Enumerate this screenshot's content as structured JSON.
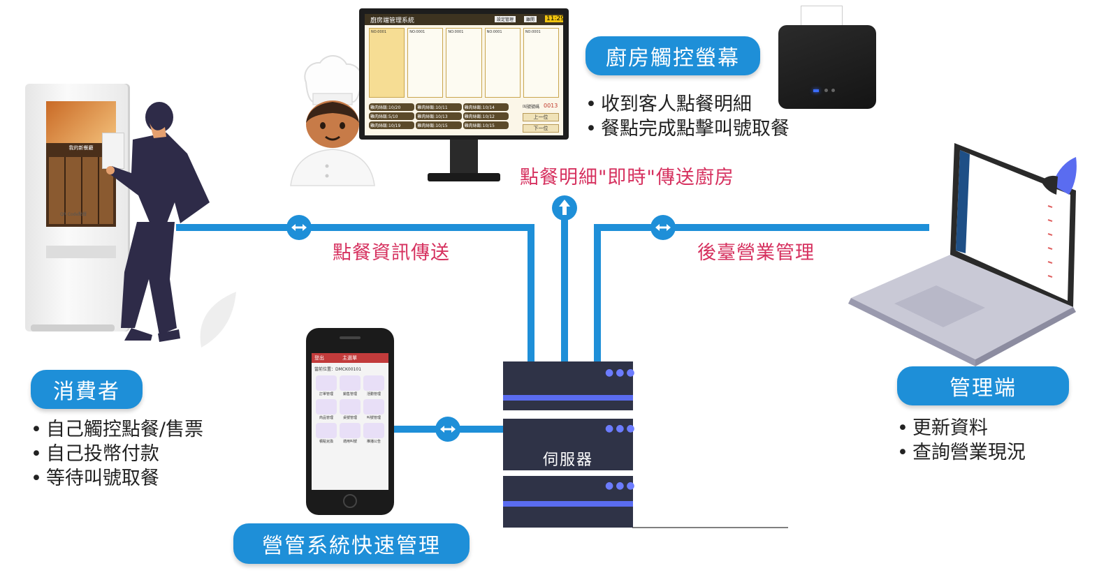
{
  "labels": {
    "consumer": "消費者",
    "kitchen_screen": "廚房觸控螢幕",
    "management": "管理端",
    "mobile": "營管系統快速管理",
    "server": "伺服器"
  },
  "consumer_bullets": [
    "自己觸控點餐/售票",
    "自己投幣付款",
    "等待叫號取餐"
  ],
  "kitchen_bullets": [
    "收到客人點餐明細",
    "餐點完成點擊叫號取餐"
  ],
  "management_bullets": [
    "更新資料",
    "查詢營業現況"
  ],
  "flows": {
    "order_info": "點餐資訊傳送",
    "realtime_kitchen": "點餐明細\"即時\"傳送廚房",
    "backend": "後臺營業管理"
  },
  "kitchen_ui": {
    "title": "廚房端管理系統",
    "btn_settings": "設定管理",
    "btn_logout": "離開",
    "clock": "11:29",
    "order_no": "NO:0001",
    "items": [
      "雞肉絲飯:10/20",
      "雞肉絲飯:10/11",
      "雞肉絲飯:10/14",
      "雞肉絲飯:5/10",
      "雞肉絲飯:10/13",
      "雞肉絲飯:10/12",
      "雞肉絲飯:10/19",
      "雞肉絲飯:10/15",
      "雞肉絲飯:10/15"
    ],
    "number_label": "叫號號碼",
    "number": "0013",
    "btn_prev": "上一位",
    "btn_next": "下一位"
  },
  "phone_ui": {
    "header_left": "登出",
    "header_title": "主選單",
    "location": "當前位置：DMCK00101",
    "apps": [
      "訂單管理",
      "銷售管理",
      "活動管理",
      "商品管理",
      "桌號管理",
      "叫號管理",
      "積點兌換",
      "適用叫號",
      "推播公告"
    ]
  },
  "kiosk_ui": {
    "banner": "我的新餐廳",
    "footer": "QR Code點餐"
  },
  "colors": {
    "accent": "#1e8fd8",
    "flow_text": "#d6315f",
    "server_body": "#2f3347",
    "server_stripe": "#5a6cf0",
    "person": "#2e2b48"
  }
}
